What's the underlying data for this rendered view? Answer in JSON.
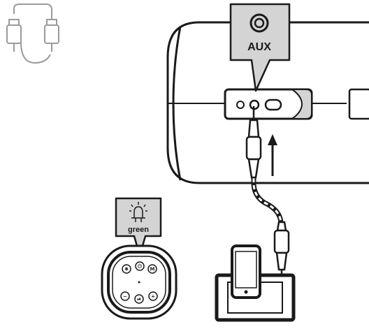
{
  "aux_callout": {
    "label": "AUX"
  },
  "led_callout": {
    "label": "green"
  },
  "control_buttons": [
    {
      "name": "bluetooth-button",
      "glyph": "✱"
    },
    {
      "name": "power-button",
      "glyph": "⏻"
    },
    {
      "name": "mode-button",
      "glyph": "M"
    },
    {
      "name": "volume-down-button",
      "glyph": "−"
    },
    {
      "name": "play-pause-button",
      "glyph": "⏯"
    },
    {
      "name": "volume-up-button",
      "glyph": "+"
    }
  ],
  "colors": {
    "line": "#1a1a1a",
    "callout": "#d4d4d4",
    "icon_gray": "#9a9a9a",
    "background": "#ffffff"
  }
}
